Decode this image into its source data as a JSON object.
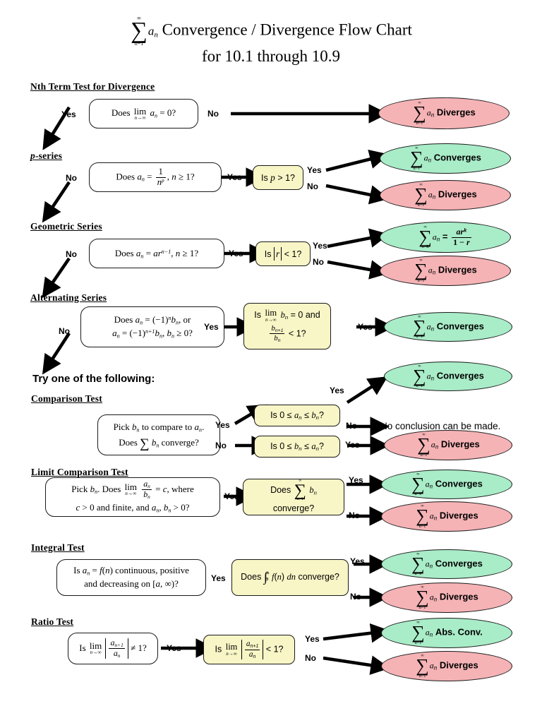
{
  "title": {
    "line1_prefix_sum": "∑",
    "line1": "Convergence / Divergence Flow Chart",
    "line2": "for 10.1 through 10.9",
    "sum_upper": "∞",
    "sum_lower": "n=1",
    "sum_term": "aₙ"
  },
  "colors": {
    "converge_ellipse": "#a9ecc8",
    "diverge_ellipse": "#f5b3b6",
    "decision_box": "#f8f5c6",
    "outline": "#1a1a1a",
    "background": "#ffffff"
  },
  "labels": {
    "yes": "Yes",
    "no": "No"
  },
  "sections": [
    {
      "id": "nth-term-test",
      "heading": "Nth Term Test for Divergence",
      "question": "Does lim(n→∞) aₙ = 0?",
      "branches": [
        {
          "label": "Yes",
          "target": "p-series (next test)"
        },
        {
          "label": "No",
          "target": "∑ aₙ Diverges"
        }
      ]
    },
    {
      "id": "p-series",
      "heading": "p-series",
      "question": "Does aₙ = 1/nᵖ, n ≥ 1?",
      "decision": "Is p > 1?",
      "branches": [
        {
          "label": "No",
          "target": "Geometric Series (next test)"
        },
        {
          "label": "Yes",
          "target": "Is p > 1?"
        },
        {
          "label": "Yes",
          "target": "∑ aₙ Converges"
        },
        {
          "label": "No",
          "target": "∑ aₙ Diverges"
        }
      ]
    },
    {
      "id": "geometric-series",
      "heading": "Geometric Series",
      "question": "Does aₙ = arⁿ⁻¹, n ≥ 1?",
      "decision": "Is |r| < 1?",
      "branches": [
        {
          "label": "No",
          "target": "Alternating Series (next test)"
        },
        {
          "label": "Yes",
          "target": "Is |r| < 1?"
        },
        {
          "label": "Yes",
          "target": "∑(n=k to ∞) aₙ = arᵏ/(1−r)"
        },
        {
          "label": "No",
          "target": "∑ aₙ Diverges"
        }
      ]
    },
    {
      "id": "alternating-series",
      "heading": "Alternating Series",
      "question_line1": "Does aₙ = (−1)ⁿ bₙ, or",
      "question_line2": "aₙ = (−1)ⁿ⁺¹ bₙ, bₙ ≥ 0?",
      "decision_line1": "Is lim(n→∞) bₙ = 0 and",
      "decision_line2": "bₙ₊₁/bₙ < 1?",
      "branches": [
        {
          "label": "No",
          "target": "Try one of the following"
        },
        {
          "label": "Yes",
          "target": "decision box"
        },
        {
          "label": "Yes",
          "target": "∑ aₙ Converges"
        }
      ]
    },
    {
      "id": "try-one-of-the-following",
      "heading": "Try one of the following:"
    },
    {
      "id": "comparison-test",
      "heading": "Comparison Test",
      "question_line1": "Pick bₙ to compare to aₙ.",
      "question_line2": "Does ∑ bₙ converge?",
      "decision_top": "Is 0 ≤ aₙ ≤ bₙ?",
      "decision_bottom": "Is 0 ≤ bₙ ≤ aₙ?",
      "branches": [
        {
          "label": "Yes",
          "target": "Is 0 ≤ aₙ ≤ bₙ?"
        },
        {
          "label": "No",
          "target": "Is 0 ≤ bₙ ≤ aₙ?"
        },
        {
          "label": "Yes",
          "target": "∑ aₙ Converges"
        },
        {
          "label": "No",
          "target": "No conclusion can be made."
        },
        {
          "label": "Yes",
          "target": "∑ aₙ Diverges"
        }
      ],
      "no_conclusion": "No conclusion can be made."
    },
    {
      "id": "limit-comparison-test",
      "heading": "Limit Comparison Test",
      "question_line1": "Pick bₙ. Does lim(n→∞) aₙ/bₙ = c, where",
      "question_line2": "c > 0 and finite, and aₙ, bₙ > 0?",
      "decision": "Does ∑(n=1 to ∞) bₙ converge?",
      "branches": [
        {
          "label": "Yes",
          "target": "Does ∑ bₙ converge?"
        },
        {
          "label": "Yes",
          "target": "∑ aₙ Converges"
        },
        {
          "label": "No",
          "target": "∑ aₙ Diverges"
        }
      ]
    },
    {
      "id": "integral-test",
      "heading": "Integral Test",
      "question_line1": "Is aₙ = f(n) continuous, positive",
      "question_line2": "and decreasing on [a, ∞)?",
      "decision": "Does ∫ₐ^∞ f(n) dn converge?",
      "branches": [
        {
          "label": "Yes",
          "target": "Does ∫ f(n) dn converge?"
        },
        {
          "label": "Yes",
          "target": "∑ aₙ Converges"
        },
        {
          "label": "No",
          "target": "∑ aₙ Diverges"
        }
      ]
    },
    {
      "id": "ratio-test",
      "heading": "Ratio Test",
      "question": "Is lim(n→∞) |aₙ₊₁/aₙ| ≠ 1?",
      "decision": "Is lim(n→∞) |aₙ₊₁/aₙ| < 1?",
      "branches": [
        {
          "label": "Yes",
          "target": "Is lim |aₙ₊₁/aₙ| < 1?"
        },
        {
          "label": "Yes",
          "target": "∑ aₙ Abs. Conv."
        },
        {
          "label": "No",
          "target": "∑ aₙ Diverges"
        }
      ]
    }
  ],
  "outcomes": {
    "diverges": "Diverges",
    "converges": "Converges",
    "abs_conv": "Abs. Conv.",
    "no_conclusion": "No conclusion can be made.",
    "geometric_sum_label": "arᵏ / (1 − r)"
  }
}
